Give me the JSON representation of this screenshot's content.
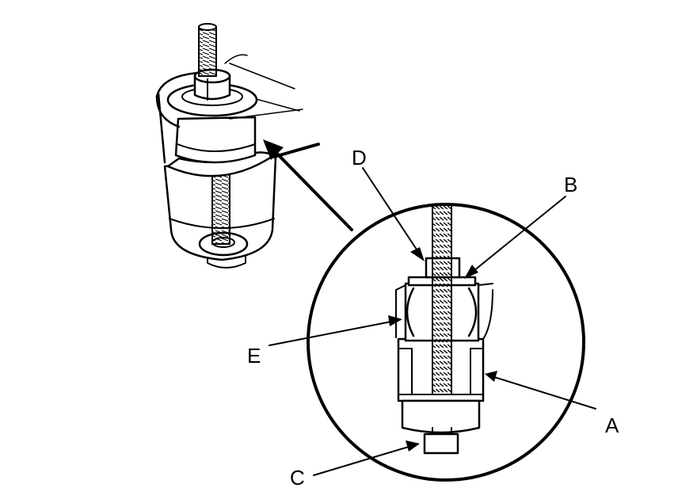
{
  "diagram": {
    "callouts": [
      {
        "id": "A",
        "label": "A"
      },
      {
        "id": "B",
        "label": "B"
      },
      {
        "id": "C",
        "label": "C"
      },
      {
        "id": "D",
        "label": "D"
      },
      {
        "id": "E",
        "label": "E"
      }
    ],
    "colors": {
      "ink": "#000000",
      "paper": "#ffffff"
    }
  }
}
